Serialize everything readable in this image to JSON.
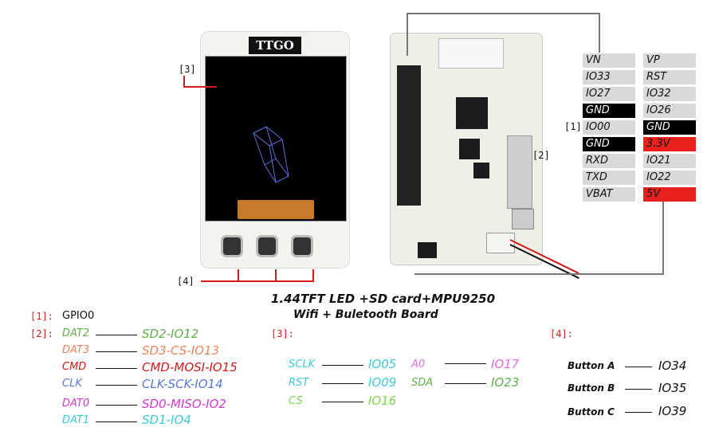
{
  "refs": {
    "r3": "[3]",
    "r4": "[4]",
    "r1": "[1]",
    "r2": "[2]"
  },
  "screen_brand": "TTGO",
  "pinout": {
    "left": [
      {
        "label": "VN",
        "bg": "#d9d9d9",
        "fg": "#111111"
      },
      {
        "label": "IO33",
        "bg": "#d9d9d9",
        "fg": "#111111"
      },
      {
        "label": "IO27",
        "bg": "#d9d9d9",
        "fg": "#111111"
      },
      {
        "label": "GND",
        "bg": "#000000",
        "fg": "#ffffff"
      },
      {
        "label": "IO00",
        "bg": "#d9d9d9",
        "fg": "#111111"
      },
      {
        "label": "GND",
        "bg": "#000000",
        "fg": "#ffffff"
      },
      {
        "label": "RXD",
        "bg": "#d9d9d9",
        "fg": "#111111"
      },
      {
        "label": "TXD",
        "bg": "#d9d9d9",
        "fg": "#111111"
      },
      {
        "label": "VBAT",
        "bg": "#d9d9d9",
        "fg": "#111111"
      }
    ],
    "right": [
      {
        "label": "VP",
        "bg": "#d9d9d9",
        "fg": "#111111"
      },
      {
        "label": "RST",
        "bg": "#d9d9d9",
        "fg": "#111111"
      },
      {
        "label": "IO32",
        "bg": "#d9d9d9",
        "fg": "#111111"
      },
      {
        "label": "IO26",
        "bg": "#d9d9d9",
        "fg": "#111111"
      },
      {
        "label": "GND",
        "bg": "#000000",
        "fg": "#ffffff"
      },
      {
        "label": "3.3V",
        "bg": "#e8211d",
        "fg": "#111111"
      },
      {
        "label": "IO21",
        "bg": "#d9d9d9",
        "fg": "#111111"
      },
      {
        "label": "IO22",
        "bg": "#d9d9d9",
        "fg": "#111111"
      },
      {
        "label": "5V",
        "bg": "#e8211d",
        "fg": "#111111"
      }
    ]
  },
  "title": {
    "line1": "1.44TFT LED +SD card+MPU9250",
    "line2": "Wifi + Buletooth Board"
  },
  "legend1": {
    "tag": "[1]:",
    "text": "GPIO0"
  },
  "legend2": {
    "tag": "[2]:",
    "rows": [
      {
        "signal": "DAT2",
        "pin": "SD2-IO12",
        "color": "#5fb04a"
      },
      {
        "signal": "DAT3",
        "pin": "SD3-CS-IO13",
        "color": "#e8865a"
      },
      {
        "signal": "CMD",
        "pin": "CMD-MOSI-IO15",
        "color": "#d21a1a"
      },
      {
        "signal": "CLK",
        "pin": "CLK-SCK-IO14",
        "color": "#5a78d0"
      },
      {
        "signal": "DAT0",
        "pin": "SD0-MISO-IO2",
        "color": "#d23ad0"
      },
      {
        "signal": "DAT1",
        "pin": "SD1-IO4",
        "color": "#3ec8d8"
      }
    ]
  },
  "legend3": {
    "tag": "[3]:",
    "rows": [
      {
        "signal": "SCLK",
        "pin": "IO05",
        "color": "#3ec8d8"
      },
      {
        "signal": "RST",
        "pin": "IO09",
        "color": "#3ec8d8"
      },
      {
        "signal": "CS",
        "pin": "IO16",
        "color": "#7bd94a"
      },
      {
        "signal": "A0",
        "pin": "IO17",
        "color": "#e26ae0"
      },
      {
        "signal": "SDA",
        "pin": "IO23",
        "color": "#5fb04a"
      }
    ]
  },
  "legend4": {
    "tag": "[4]:",
    "rows": [
      {
        "signal": "Button A",
        "pin": "IO34"
      },
      {
        "signal": "Button B",
        "pin": "IO35"
      },
      {
        "signal": "Button C",
        "pin": "IO39"
      }
    ]
  }
}
